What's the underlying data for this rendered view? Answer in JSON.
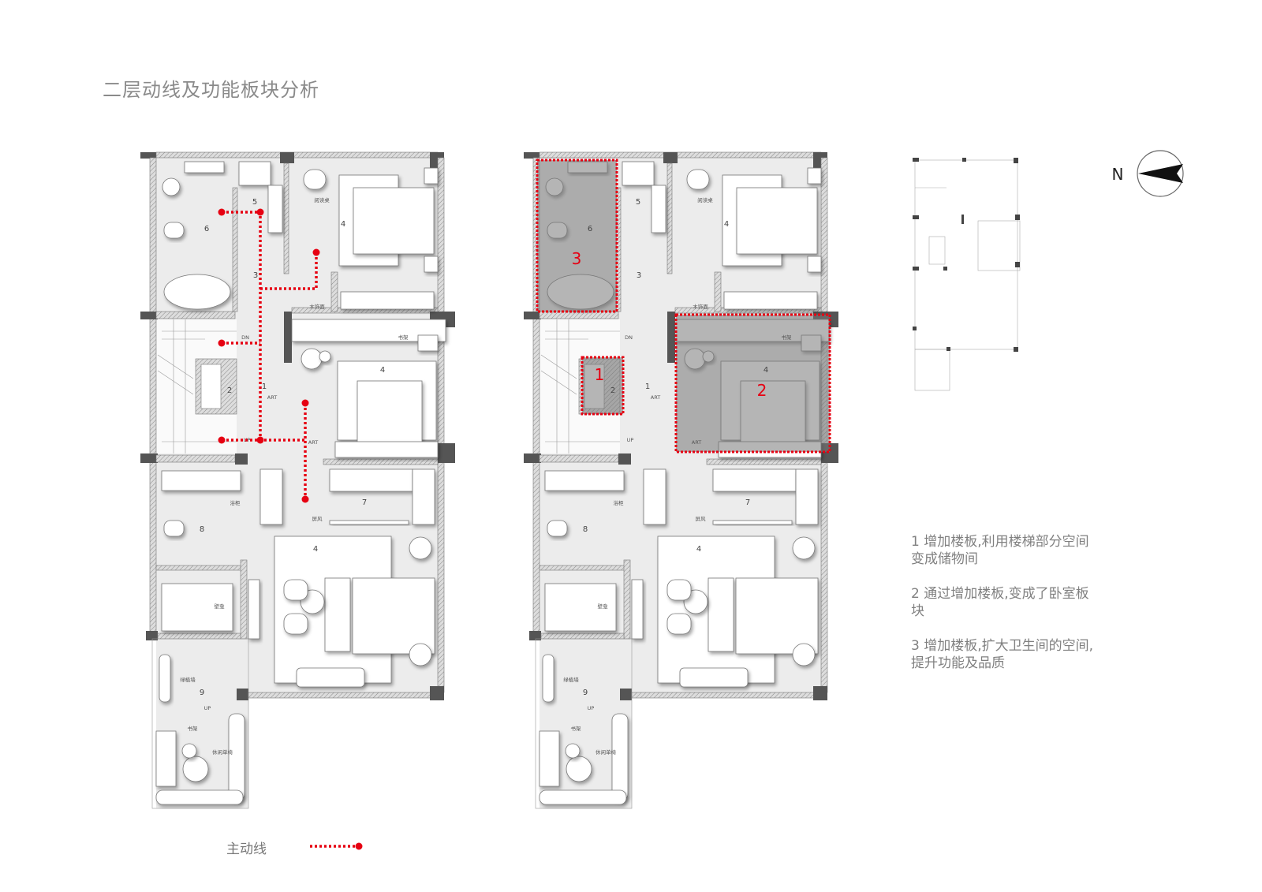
{
  "title": "二层动线及功能板块分析",
  "plans": {
    "left": {
      "room_numbers": [
        "5",
        "6",
        "3",
        "4",
        "2",
        "1",
        "4",
        "7",
        "8",
        "4",
        "9"
      ],
      "labels": [
        "阅读桌",
        "木饰面",
        "书架",
        "DN",
        "UP",
        "ART",
        "ART",
        "浴柜",
        "屏风",
        "壁龛",
        "绿植墙",
        "UP",
        "书架",
        "休闲单椅"
      ]
    },
    "right": {
      "room_numbers": [
        "5",
        "6",
        "3",
        "4",
        "2",
        "1",
        "4",
        "7",
        "8",
        "4",
        "9"
      ],
      "labels": [
        "阅读桌",
        "木饰面",
        "书架",
        "DN",
        "UP",
        "ART",
        "ART",
        "浴柜",
        "屏风",
        "壁龛",
        "绿植墙",
        "UP",
        "书架",
        "休闲单椅"
      ],
      "zones": [
        "1",
        "2",
        "3"
      ]
    }
  },
  "notes": [
    "1  增加楼板,利用楼梯部分空间变成储物间",
    "2  通过增加楼板,变成了卧室板块",
    "3  增加楼板,扩大卫生间的空间,提升功能及品质"
  ],
  "compass": {
    "label": "N"
  },
  "legend": {
    "label": "主动线",
    "color": "#e60012"
  }
}
